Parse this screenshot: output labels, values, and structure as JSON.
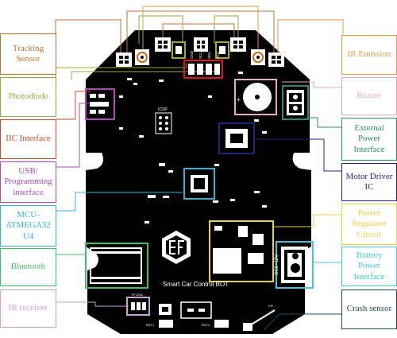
{
  "labels": {
    "tracking_sensor": "Tracking\nSensor",
    "photodiode": "Photodiode",
    "iic_interface": "IIC Interface",
    "usb_interface": "USB/\nProgramming\ninterface",
    "mcu": "MCU-\nATMEGA32\nU4",
    "bluetooth": "Bluetooth",
    "ir_receiver": "IR receiver",
    "ir_emission": "IR Emission",
    "buzzer": "Buzzer",
    "external_power": "External\nPower\nInterface",
    "motor_driver": "Motor Driver\nIC",
    "power_regulator": "Power\nRegulator\nCircuit",
    "battery_power": "Buttery Power\nInterface",
    "crash_sensor": "Crash sensor"
  },
  "board_text": {
    "title": "Smart Car Control BOT",
    "icsp": "ICSP",
    "pin_gnd": "GND",
    "pin_scl": "SCL",
    "pin_sda": "SDA",
    "pin_vcc": "VCC",
    "battery_v": "DC6~12V",
    "plus": "+",
    "plus2": "+",
    "tp_gnd": "TP  GND",
    "rst1": "RST1",
    "rst2": "RST2",
    "cr": "CR"
  },
  "colors": {
    "tracking_sensor": "#c0733a",
    "photodiode": "#9aab3c",
    "iic_interface": "#c94a2c",
    "usb_interface": "#b04ab8",
    "mcu": "#34b3cf",
    "bluetooth": "#3fbf63",
    "ir_receiver": "#c7a3d8",
    "ir_emission": "#e39a4a",
    "buzzer": "#e6a8c8",
    "external_power": "#2e8e62",
    "motor_driver": "#22267a",
    "power_regulator": "#e8d24a",
    "battery_power": "#46c6dc",
    "crash_sensor": "#1d4a5c"
  }
}
